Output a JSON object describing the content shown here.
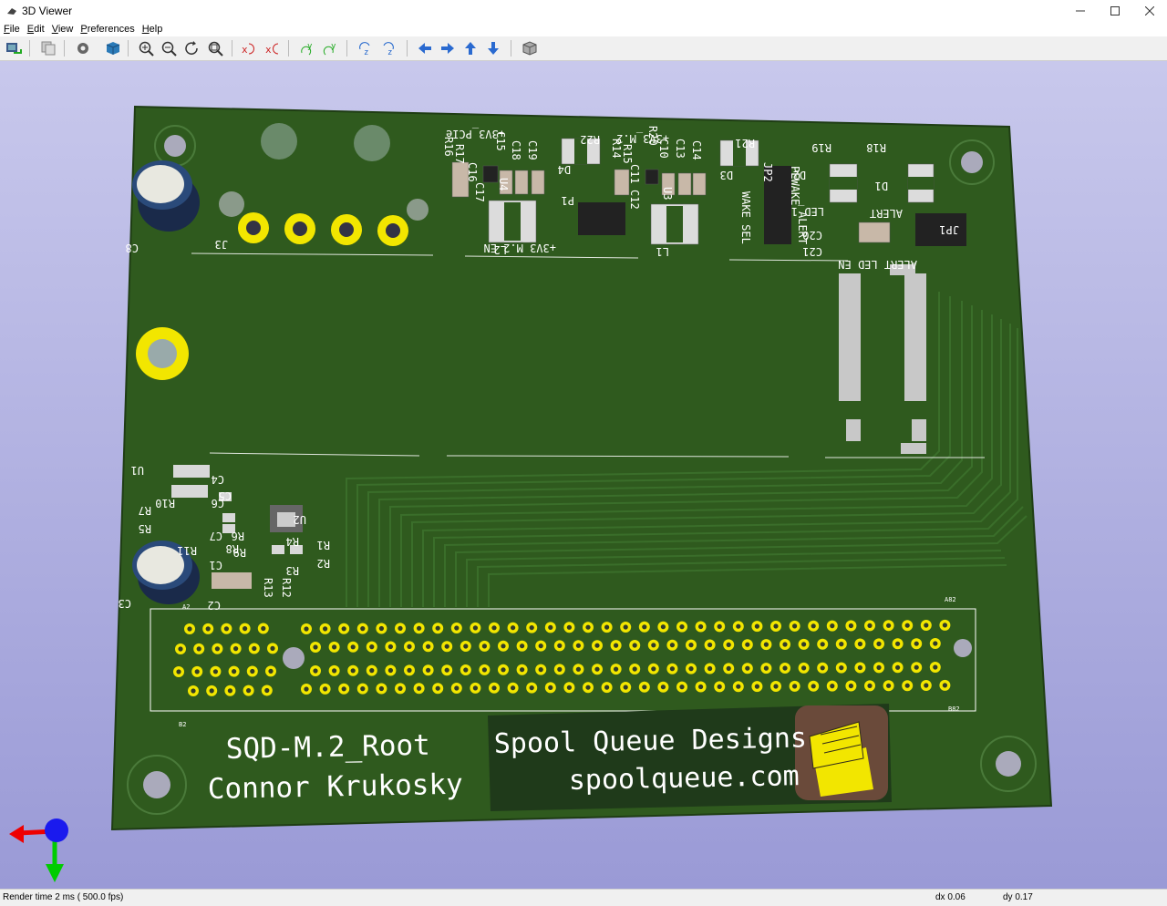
{
  "window": {
    "title": "3D Viewer"
  },
  "menu": [
    {
      "label": "File",
      "key": "F",
      "rest": "ile"
    },
    {
      "label": "Edit",
      "key": "E",
      "rest": "dit"
    },
    {
      "label": "View",
      "key": "V",
      "rest": "iew"
    },
    {
      "label": "Preferences",
      "key": "P",
      "rest": "references"
    },
    {
      "label": "Help",
      "key": "H",
      "rest": "elp"
    }
  ],
  "toolbar_icons": [
    "export-image-icon",
    "copy-image-icon",
    "preferences-gear-icon",
    "raytrace-cube-icon",
    "zoom-in-icon",
    "zoom-out-icon",
    "redraw-icon",
    "zoom-fit-icon",
    "rotate-x-cw-icon",
    "rotate-x-ccw-icon",
    "rotate-y-cw-icon",
    "rotate-y-ccw-icon",
    "rotate-z-cw-icon",
    "rotate-z-ccw-icon",
    "move-left-icon",
    "move-right-icon",
    "move-up-icon",
    "move-down-icon",
    "ortho-cube-icon"
  ],
  "board": {
    "name": "SQD-M.2_Root",
    "author": "Connor Krukosky",
    "company": "Spool Queue Designs",
    "website": "spoolqueue.com",
    "colors": {
      "soldermask": "#2f5a1e",
      "pad": "#f2e600",
      "trace": "#3a6a2a",
      "silk": "#ffffff"
    }
  },
  "silk_labels": {
    "c8": "C8",
    "j3": "J3",
    "r16": "R16",
    "r17": "R17",
    "c15": "C15",
    "c18": "C18",
    "c19": "C19",
    "c16": "C16",
    "c17": "C17",
    "u4": "U4",
    "l2": "L2",
    "pcie": "+3V3_PCIe",
    "r22": "R22",
    "d4": "D4",
    "p1": "P1",
    "r14": "R14",
    "r15": "R15",
    "r20": "R20",
    "c10": "C10",
    "c13": "C13",
    "c14": "C14",
    "u3": "U3",
    "c11": "C11",
    "c12": "C12",
    "m2": "+3V3_M.2",
    "r21": "R21",
    "d3": "D3",
    "l1": "L1",
    "m2en": "+3V3_M.2 EN",
    "jp2": "JP2",
    "pewake": "PEWAKE",
    "alert": "ALERT",
    "wakesel": "WAKE SEL",
    "d2": "D2",
    "led1": "LED_1",
    "r19": "R19",
    "c20": "C20",
    "c21": "C21",
    "d1": "D1",
    "r18": "R18",
    "alert2": "ALERT",
    "jp1": "JP1",
    "alertled": "ALERT LED EN",
    "u1": "U1",
    "c4": "C4",
    "c5": "C5",
    "c6": "C6",
    "r7": "R7",
    "r10": "R10",
    "r5": "R5",
    "c7": "C7",
    "r6": "R6",
    "r8": "R8",
    "r9": "R9",
    "u2": "U2",
    "r4": "R4",
    "r1": "R1",
    "r11": "R11",
    "r3": "R3",
    "r2": "R2",
    "c1": "C1",
    "c3": "C3",
    "c2": "C2",
    "r13": "R13",
    "r12": "R12",
    "a2": "A2",
    "a82": "A82",
    "b2": "B2",
    "b82": "B82"
  },
  "status": {
    "render": "Render time 2 ms ( 500.0 fps)",
    "dx": "dx 0.06",
    "dy": "dy 0.17"
  }
}
